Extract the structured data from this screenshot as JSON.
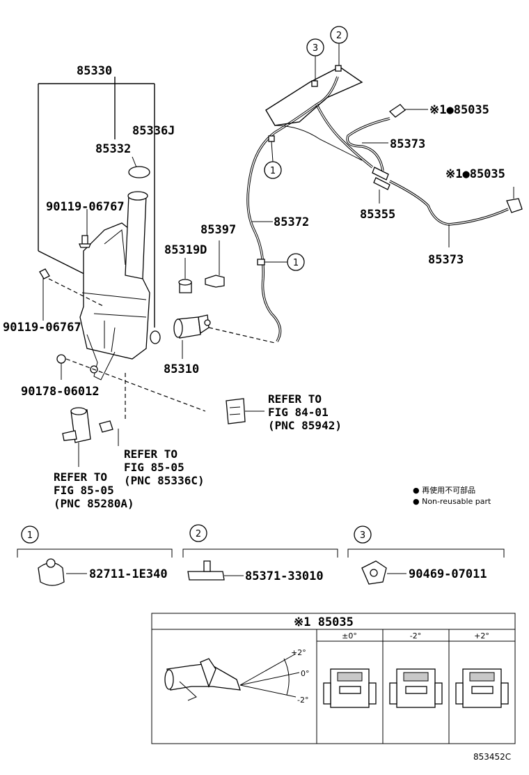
{
  "labels": {
    "p85330": "85330",
    "p85336J": "85336J",
    "p85332": "85332",
    "p90119_a": "90119-06767",
    "p90119_b": "90119-06767",
    "p90178": "90178-06012",
    "p85397": "85397",
    "p85319D": "85319D",
    "p85310": "85310",
    "p85372": "85372",
    "p85373_a": "85373",
    "p85373_b": "85373",
    "p85355": "85355",
    "p85035_a": "※1●85035",
    "p85035_b": "※1●85035"
  },
  "callouts": {
    "c1": "1",
    "c2": "2",
    "c3": "3"
  },
  "refers": {
    "r1": [
      "REFER TO",
      "FIG 84-01",
      "(PNC 85942)"
    ],
    "r2": [
      "REFER TO",
      "FIG 85-05",
      "(PNC 85336C)"
    ],
    "r3": [
      "REFER TO",
      "FIG 85-05",
      "(PNC 85280A)"
    ]
  },
  "legend": {
    "jp": "● 再使用不可部品",
    "en": "● Non-reusable part"
  },
  "details": [
    {
      "num": "1",
      "part": "82711-1E340"
    },
    {
      "num": "2",
      "part": "85371-33010"
    },
    {
      "num": "3",
      "part": "90469-07011"
    }
  ],
  "nozzle_table": {
    "title": "※1 85035",
    "columns": [
      "±0°",
      "-2°",
      "+2°"
    ],
    "angles": [
      "+2°",
      "0°",
      "-2°"
    ]
  },
  "figure_code": "853452C"
}
